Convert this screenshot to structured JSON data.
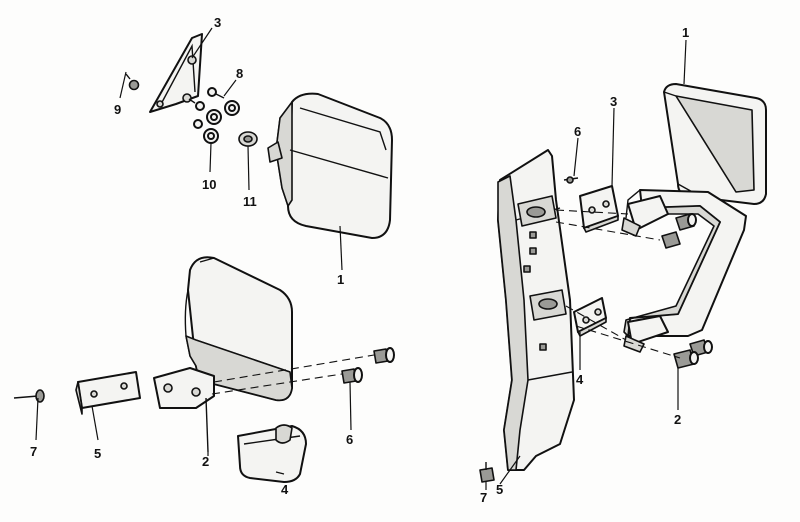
{
  "diagram": {
    "left_assembly": {
      "callouts": {
        "c1": "1",
        "c2": "2",
        "c3": "3",
        "c4": "4",
        "c5": "5",
        "c6": "6",
        "c7": "7",
        "c8": "8",
        "c9": "9",
        "c10": "10",
        "c11": "11"
      }
    },
    "right_assembly": {
      "callouts": {
        "c1": "1",
        "c2": "2",
        "c3": "3",
        "c4": "4",
        "c5": "5",
        "c6": "6",
        "c7": "7"
      }
    }
  }
}
